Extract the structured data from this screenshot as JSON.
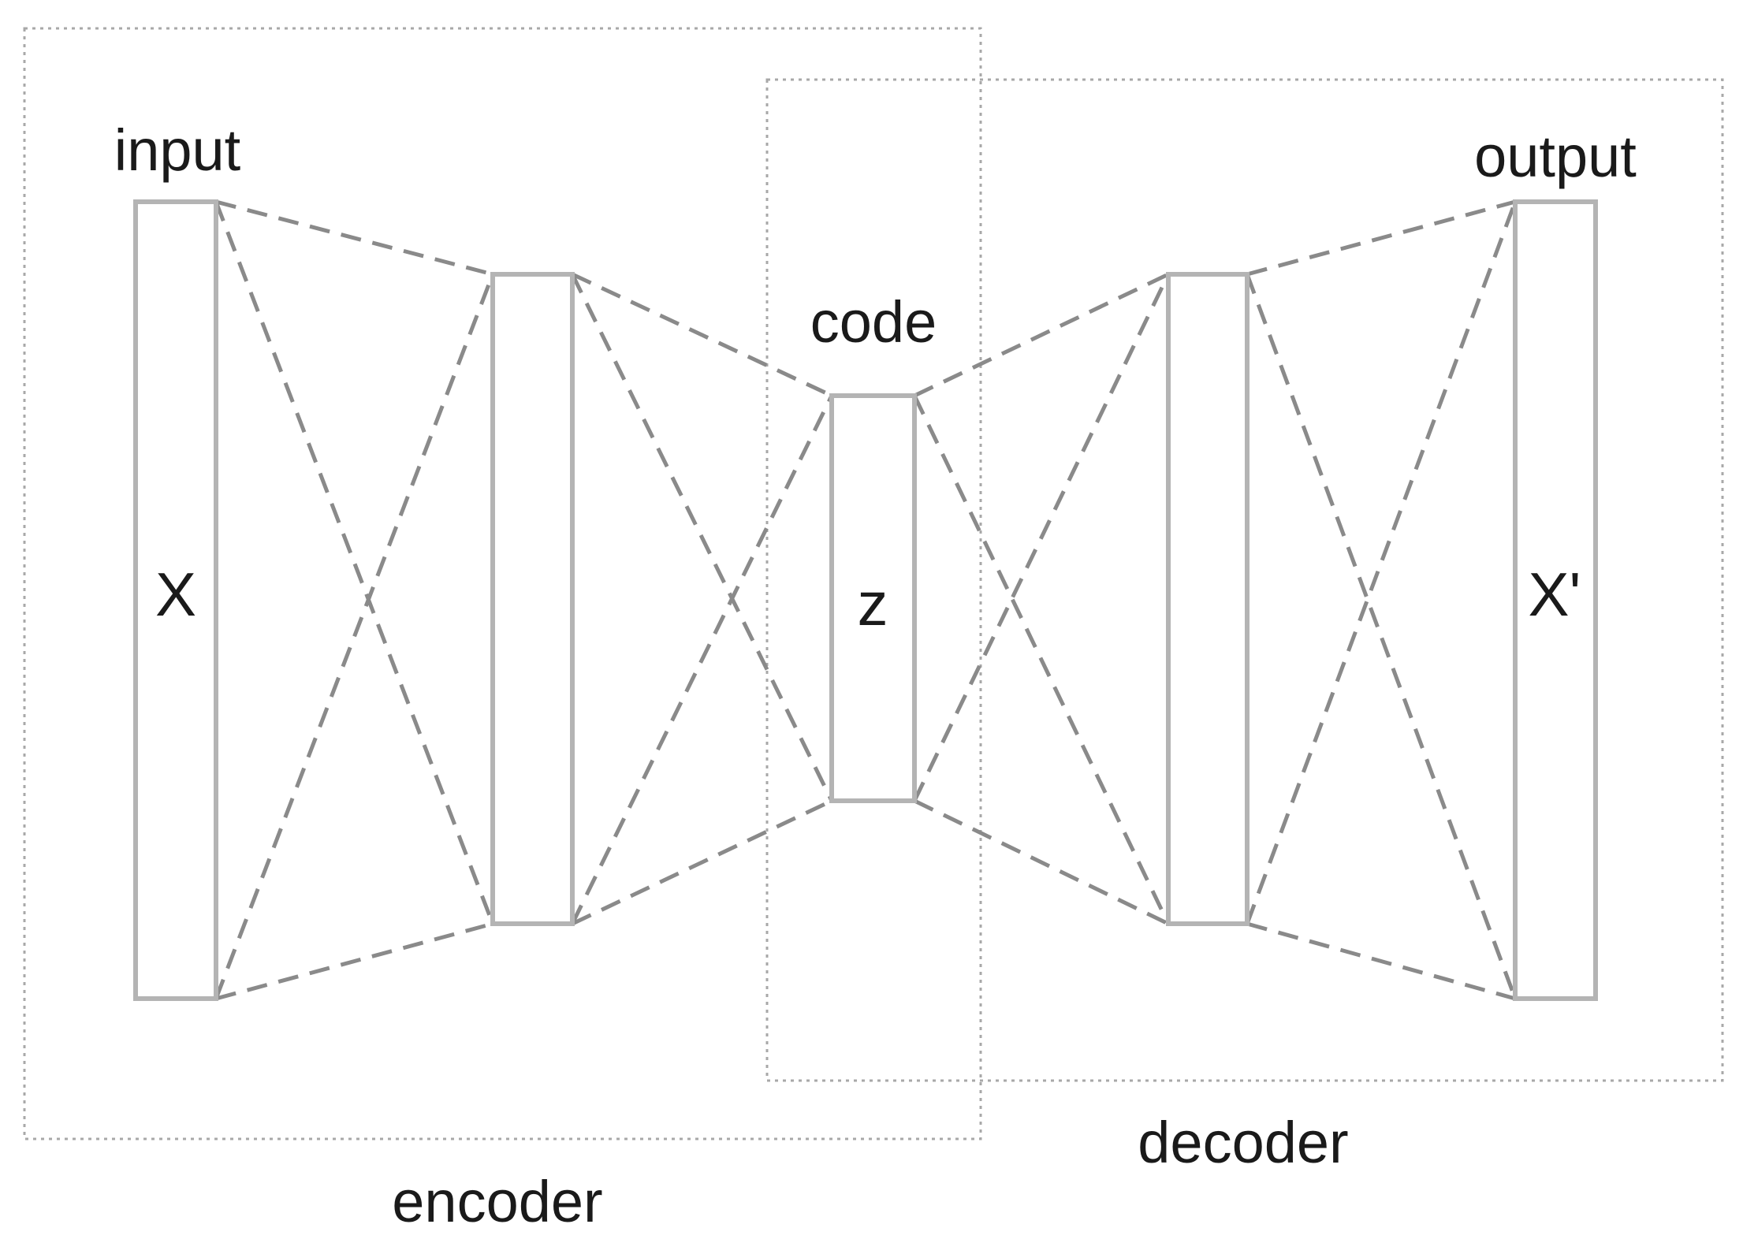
{
  "diagram": {
    "groups": {
      "encoder": "encoder",
      "decoder": "decoder"
    },
    "layers": {
      "input": {
        "caption": "input",
        "symbol": "X"
      },
      "encoder_hidden": {
        "caption": "",
        "symbol": ""
      },
      "code": {
        "caption": "code",
        "symbol": "z"
      },
      "decoder_hidden": {
        "caption": "",
        "symbol": ""
      },
      "output": {
        "caption": "output",
        "symbol": "X'"
      }
    },
    "connections": [
      [
        "input",
        "encoder_hidden"
      ],
      [
        "encoder_hidden",
        "code"
      ],
      [
        "code",
        "decoder_hidden"
      ],
      [
        "decoder_hidden",
        "output"
      ]
    ],
    "colors": {
      "box_border": "#a8a8a8",
      "layer_border": "#b4b4b4",
      "link": "#8a8a8a",
      "text": "#1a1a1a"
    }
  }
}
